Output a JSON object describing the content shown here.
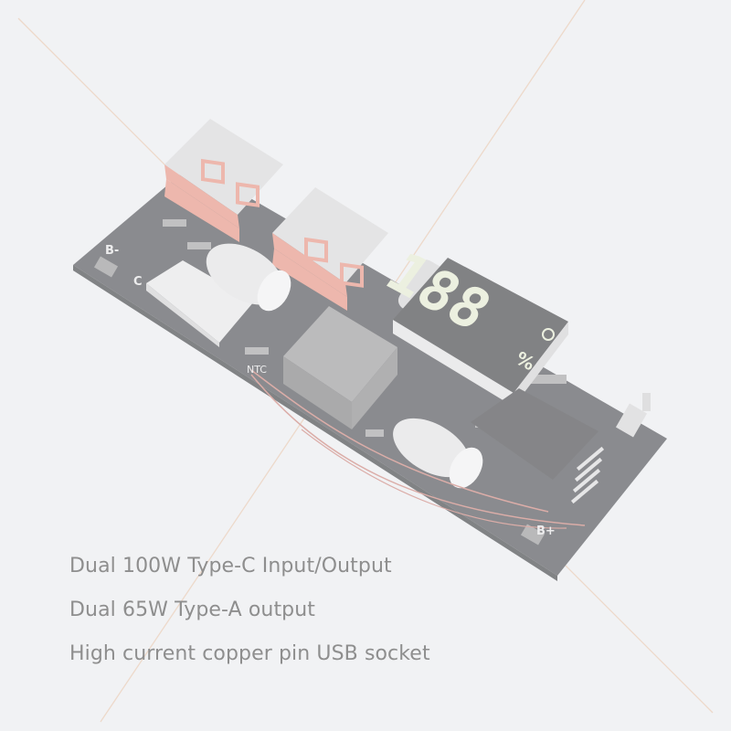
{
  "features": [
    "Dual 100W Type-C Input/Output",
    "Dual 65W Type-A output",
    "High current copper pin USB socket"
  ],
  "pcb_labels": {
    "b_minus": "B-",
    "b_plus": "B+",
    "ntc": "NTC",
    "c_marker": "C"
  },
  "display": {
    "digits": "188",
    "percent": "%"
  },
  "colors": {
    "background": "#f1f2f4",
    "pcb": "#3a3c40",
    "usb_red": "#e98873",
    "display_text": "#e8efcf",
    "feature_text": "#8e8e8e",
    "watermark_line": "#e9c5a8"
  }
}
